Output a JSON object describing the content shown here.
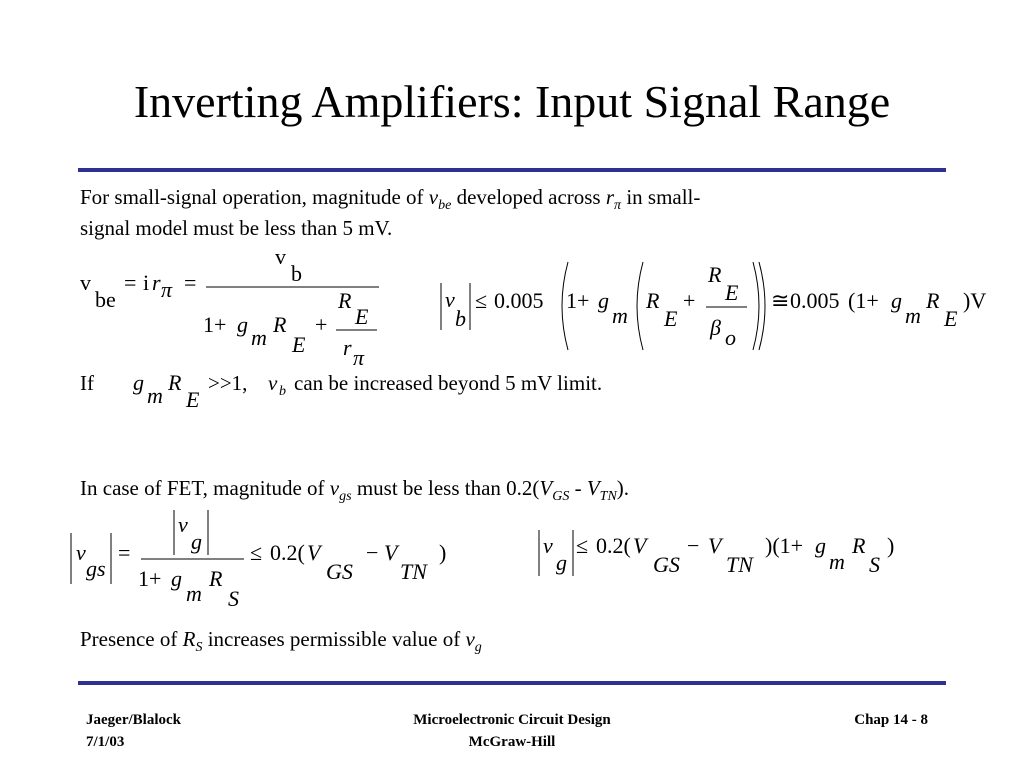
{
  "slide": {
    "title": "Inverting Amplifiers: Input Signal Range",
    "colors": {
      "rule": "#2e3192",
      "text": "#000000",
      "background": "#ffffff"
    }
  },
  "bjt": {
    "line1": {
      "a": "For small-signal operation, magnitude of ",
      "v": "v",
      "vsub": "be",
      "b": " developed across ",
      "r": "r",
      "rsub": "π",
      "c": " in small-"
    },
    "line2": "signal model must be less than 5 mV.",
    "if_line": {
      "lead": "If",
      "gm": "g",
      "gm_sub": "m",
      "re": "R",
      "re_sub": "E",
      "cond": ">>1,",
      "vb": "v",
      "vb_sub": "b",
      "rest": "can be increased beyond 5 mV limit."
    }
  },
  "eq1": {
    "v": "v",
    "be": "be",
    "eq": "=",
    "i": "i",
    "r": "r",
    "pi": "π",
    "eq2": "=",
    "num_v": "v",
    "num_b": "b",
    "one": "1+",
    "g": "g",
    "m": "m",
    "R": "R",
    "E": "E",
    "plus": "+",
    "RE_R": "R",
    "RE_E": "E",
    "r2": "r",
    "pi2": "π"
  },
  "eq2": {
    "v": "v",
    "b": "b",
    "le": "≤",
    "k": "0.005",
    "one": "1+",
    "g": "g",
    "m": "m",
    "R": "R",
    "E": "E",
    "plus": "+",
    "fR": "R",
    "fE": "E",
    "beta": "β",
    "o": "o",
    "cong": "≅",
    "k2": "0.005",
    "open": "(1+",
    "g2": "g",
    "m2": "m",
    "R2": "R",
    "E2": "E",
    "close": ")V"
  },
  "fet": {
    "line": {
      "a": "In case of FET, magnitude of ",
      "v": "v",
      "vsub": "gs",
      "b": " must be less than 0.2(",
      "V1": "V",
      "V1sub": "GS",
      "dash": " - ",
      "V2": "V",
      "V2sub": "TN",
      "end": ")."
    },
    "presence": {
      "a": "Presence of ",
      "R": "R",
      "Rsub": "S",
      "b": " increases permissible value of ",
      "v": "v",
      "vsub": "g"
    }
  },
  "eq3": {
    "v": "v",
    "gs": "gs",
    "eq": "=",
    "num_v": "v",
    "num_g": "g",
    "one": "1+",
    "g": "g",
    "m": "m",
    "R": "R",
    "S": "S",
    "le": "≤",
    "k": "0.2(",
    "V": "V",
    "GS": "GS",
    "minus": "−",
    "V2": "V",
    "TN": "TN",
    "close": ")"
  },
  "eq4": {
    "v": "v",
    "g": "g",
    "le": "≤",
    "k": "0.2(",
    "V": "V",
    "GS": "GS",
    "minus": "−",
    "V2": "V",
    "TN": "TN",
    "mid": ")(1+",
    "g2": "g",
    "m": "m",
    "R": "R",
    "S": "S",
    "close": ")"
  },
  "footer": {
    "left": [
      "Jaeger/Blalock",
      "7/1/03"
    ],
    "center": [
      "Microelectronic Circuit Design",
      "McGraw-Hill"
    ],
    "right": "Chap 14 - 8"
  }
}
